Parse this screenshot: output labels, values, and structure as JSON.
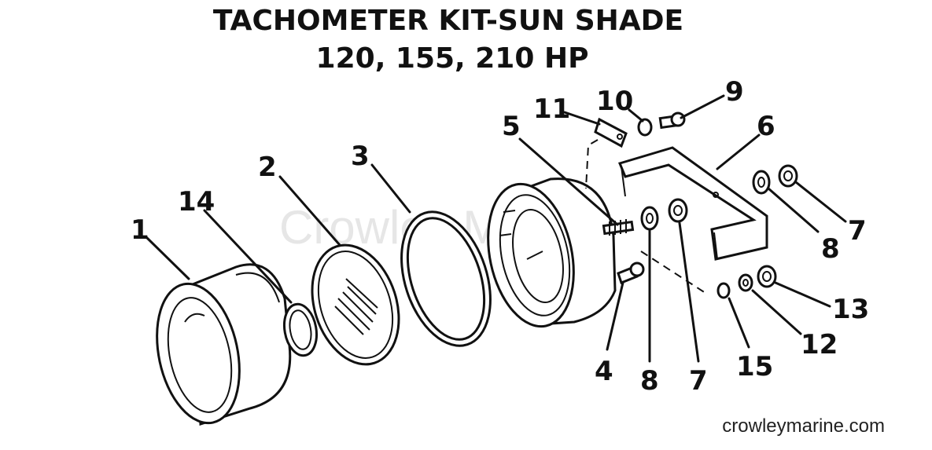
{
  "title": {
    "line1": "TACHOMETER KIT-SUN SHADE",
    "line2": "120, 155, 210 HP"
  },
  "callouts": [
    {
      "id": "c1",
      "label": "1"
    },
    {
      "id": "c14",
      "label": "14"
    },
    {
      "id": "c2",
      "label": "2"
    },
    {
      "id": "c3",
      "label": "3"
    },
    {
      "id": "c11",
      "label": "11"
    },
    {
      "id": "c10",
      "label": "10"
    },
    {
      "id": "c9",
      "label": "9"
    },
    {
      "id": "c5",
      "label": "5"
    },
    {
      "id": "c6",
      "label": "6"
    },
    {
      "id": "c7a",
      "label": "7"
    },
    {
      "id": "c8a",
      "label": "8"
    },
    {
      "id": "c13",
      "label": "13"
    },
    {
      "id": "c12",
      "label": "12"
    },
    {
      "id": "c15",
      "label": "15"
    },
    {
      "id": "c7b",
      "label": "7"
    },
    {
      "id": "c8b",
      "label": "8"
    },
    {
      "id": "c4",
      "label": "4"
    }
  ],
  "watermark": "Crowley Marine",
  "credit": "crowleymarine.com"
}
